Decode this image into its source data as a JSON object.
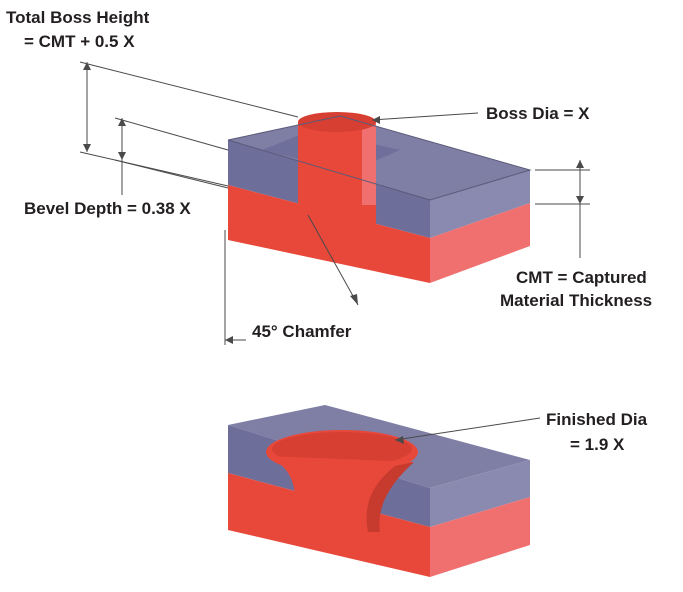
{
  "colors": {
    "top_face": "#7f7fa6",
    "top_face_dark": "#6f6f9c",
    "side_blue": "#6e6e9a",
    "side_blue_right": "#8a8ab0",
    "red_front": "#e8483a",
    "red_right": "#f07070",
    "red_dark": "#c73a2e",
    "line": "#4a4a4a",
    "text": "#231f20"
  },
  "labels": {
    "total_boss_height_1": "Total Boss Height",
    "total_boss_height_2": "= CMT + 0.5 X",
    "boss_dia": "Boss Dia = X",
    "bevel_depth": "Bevel Depth = 0.38 X",
    "cmt_1": "CMT = Captured",
    "cmt_2": "Material Thickness",
    "chamfer": "45° Chamfer",
    "finished_dia_1": "Finished Dia",
    "finished_dia_2": "= 1.9 X"
  }
}
